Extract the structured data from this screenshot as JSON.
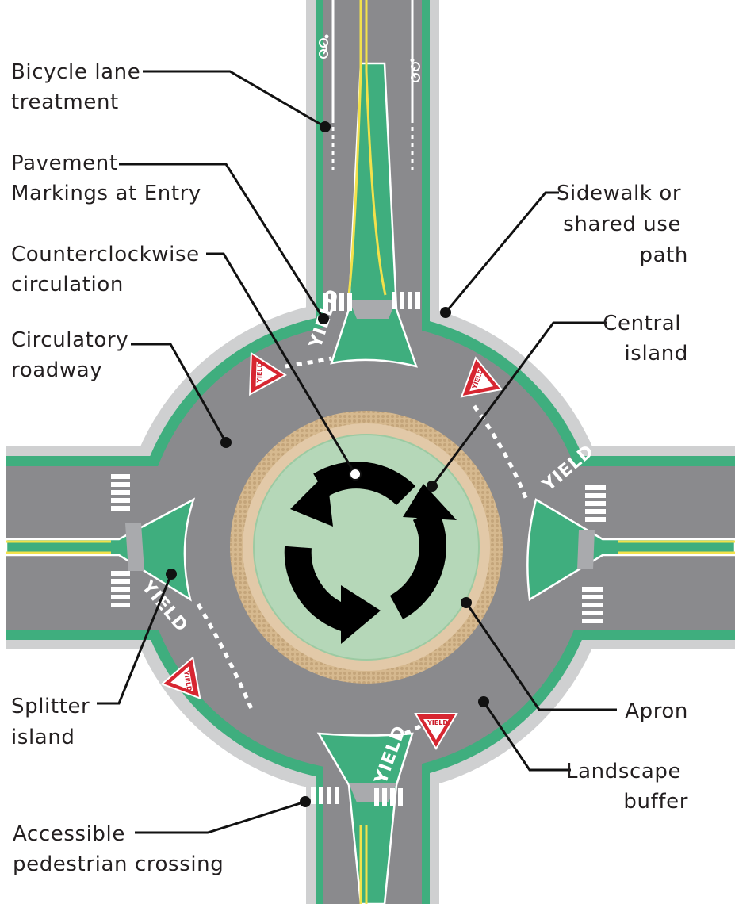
{
  "labels": {
    "bicycle_lane": [
      "Bicycle lane",
      "treatment"
    ],
    "pavement_markings": [
      "Pavement",
      "Markings at Entry"
    ],
    "counterclockwise": [
      "Counterclockwise",
      "circulation"
    ],
    "circulatory_roadway": [
      "Circulatory",
      "roadway"
    ],
    "sidewalk": [
      "Sidewalk or",
      "shared use",
      "path"
    ],
    "central_island": [
      "Central",
      "island"
    ],
    "splitter_island": [
      "Splitter",
      "island"
    ],
    "apron": [
      "Apron"
    ],
    "landscape_buffer": [
      "Landscape",
      "buffer"
    ],
    "accessible_crossing": [
      "Accessible",
      "pedestrian crossing"
    ]
  },
  "markings": {
    "yield_sign_text": "YIELD",
    "yield_pavement_text": "YIELD"
  },
  "colors": {
    "asphalt": "#8a8a8d",
    "sidewalk": "#cfd0d1",
    "landscape": "#3fae7e",
    "central_island": "#b5d7b8",
    "apron": "#e2c9a8",
    "yield_red": "#d72631",
    "lane_yellow": "#f2e14b",
    "leader": "#111111"
  },
  "icons": [
    "bicycle-icon",
    "yield-sign-icon",
    "circulation-arrow-icon"
  ]
}
